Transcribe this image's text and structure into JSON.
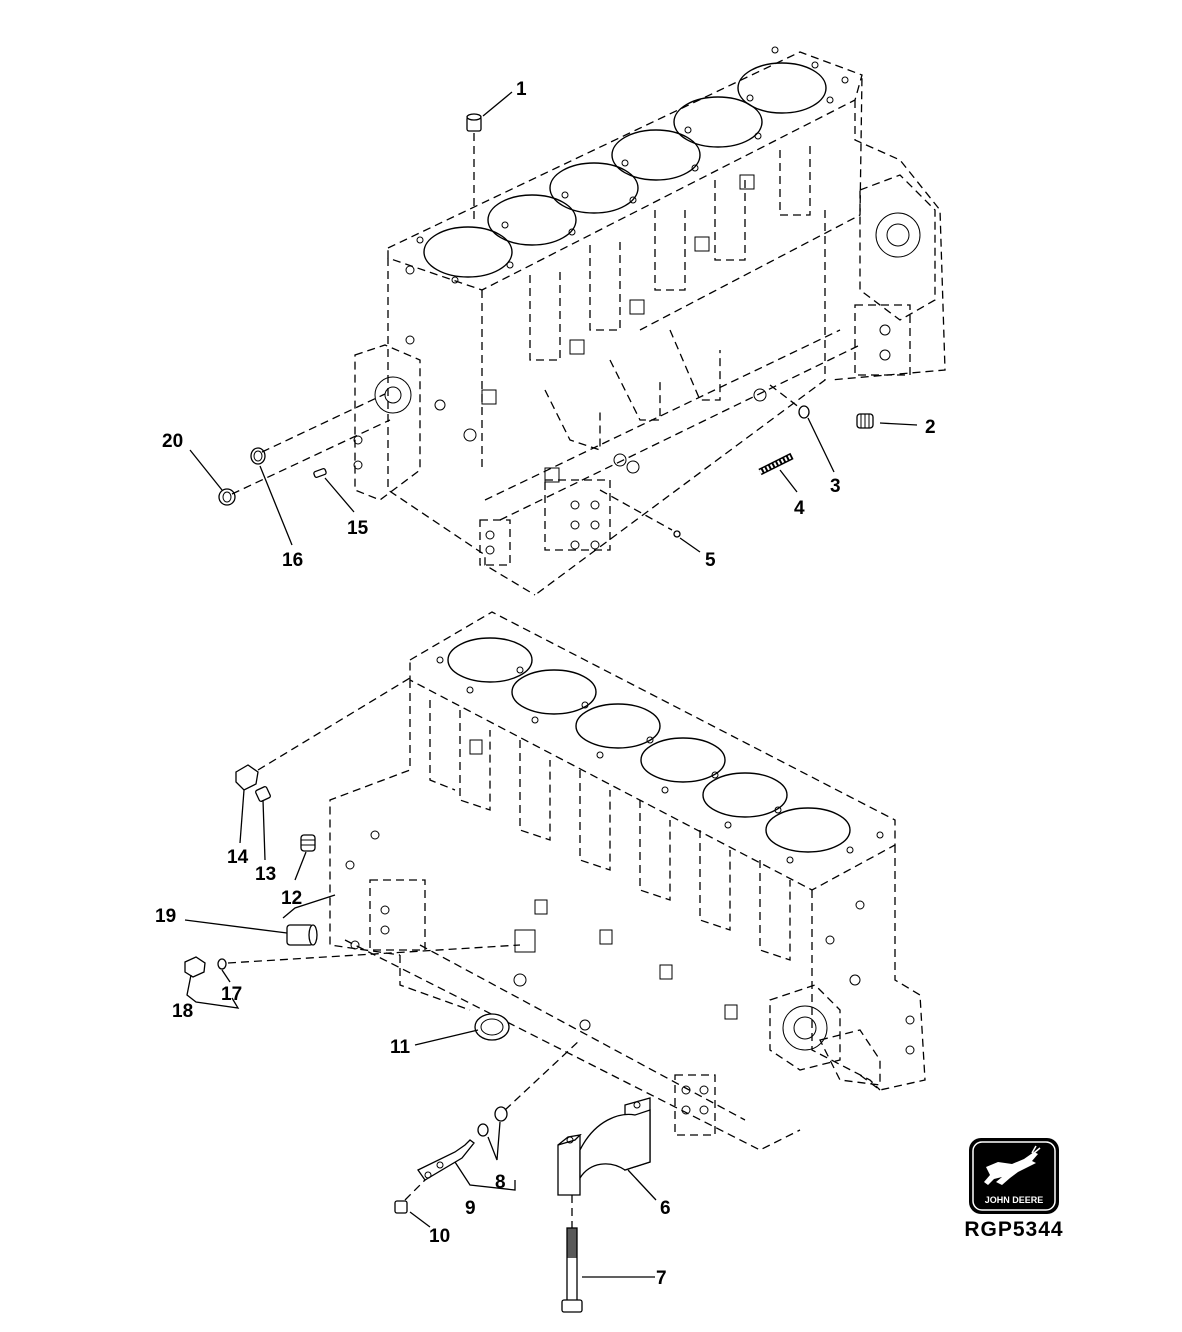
{
  "figure_code": "RGP5344",
  "logo": {
    "text": "JOHN DEERE",
    "icon": "deer-icon"
  },
  "callouts": [
    "1",
    "2",
    "3",
    "4",
    "5",
    "6",
    "7",
    "8",
    "9",
    "10",
    "11",
    "12",
    "13",
    "14",
    "15",
    "16",
    "17",
    "18",
    "19",
    "20"
  ]
}
